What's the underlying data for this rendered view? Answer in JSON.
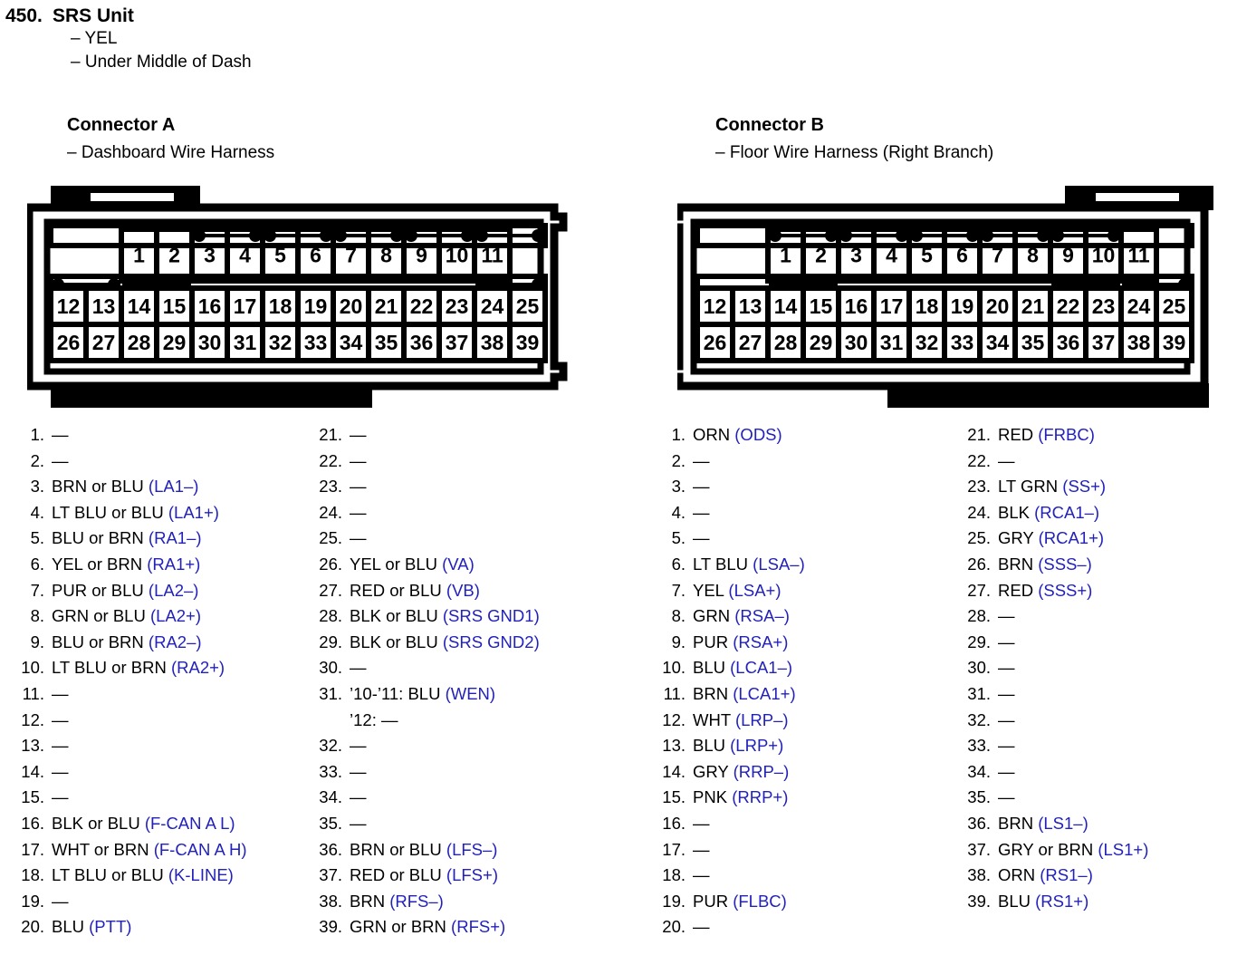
{
  "unit": {
    "number": "450.",
    "title": "SRS Unit",
    "sub1": "– YEL",
    "sub2": "– Under Middle of Dash"
  },
  "colors": {
    "signal": "#2222bb",
    "ink": "#000000",
    "paper": "#ffffff"
  },
  "connectors": [
    {
      "id": "A",
      "title": "Connector A",
      "subtitle": "– Dashboard Wire Harness",
      "tab_side": "left",
      "diagram": {
        "row1": [
          "1",
          "2",
          "3",
          "4",
          "5",
          "6",
          "7",
          "8",
          "9",
          "10",
          "11"
        ],
        "row2": [
          "12",
          "13",
          "14",
          "15",
          "16",
          "17",
          "18",
          "19",
          "20",
          "21",
          "22",
          "23",
          "24",
          "25"
        ],
        "row3": [
          "26",
          "27",
          "28",
          "29",
          "30",
          "31",
          "32",
          "33",
          "34",
          "35",
          "36",
          "37",
          "38",
          "39"
        ]
      }
    },
    {
      "id": "B",
      "title": "Connector B",
      "subtitle": "– Floor Wire Harness (Right Branch)",
      "tab_side": "right",
      "diagram": {
        "row1": [
          "1",
          "2",
          "3",
          "4",
          "5",
          "6",
          "7",
          "8",
          "9",
          "10",
          "11"
        ],
        "row2": [
          "12",
          "13",
          "14",
          "15",
          "16",
          "17",
          "18",
          "19",
          "20",
          "21",
          "22",
          "23",
          "24",
          "25"
        ],
        "row3": [
          "26",
          "27",
          "28",
          "29",
          "30",
          "31",
          "32",
          "33",
          "34",
          "35",
          "36",
          "37",
          "38",
          "39"
        ]
      }
    }
  ],
  "pins": {
    "A_left": [
      {
        "no": "1.",
        "wire": "—",
        "sig": ""
      },
      {
        "no": "2.",
        "wire": "—",
        "sig": ""
      },
      {
        "no": "3.",
        "wire": "BRN or BLU",
        "sig": "(LA1–)"
      },
      {
        "no": "4.",
        "wire": "LT BLU or BLU",
        "sig": "(LA1+)"
      },
      {
        "no": "5.",
        "wire": "BLU or BRN",
        "sig": "(RA1–)"
      },
      {
        "no": "6.",
        "wire": "YEL or BRN",
        "sig": "(RA1+)"
      },
      {
        "no": "7.",
        "wire": "PUR or BLU",
        "sig": "(LA2–)"
      },
      {
        "no": "8.",
        "wire": "GRN or BLU",
        "sig": "(LA2+)"
      },
      {
        "no": "9.",
        "wire": "BLU or BRN",
        "sig": "(RA2–)"
      },
      {
        "no": "10.",
        "wire": "LT BLU or BRN",
        "sig": "(RA2+)"
      },
      {
        "no": "11.",
        "wire": "—",
        "sig": ""
      },
      {
        "no": "12.",
        "wire": "—",
        "sig": ""
      },
      {
        "no": "13.",
        "wire": "—",
        "sig": ""
      },
      {
        "no": "14.",
        "wire": "—",
        "sig": ""
      },
      {
        "no": "15.",
        "wire": "—",
        "sig": ""
      },
      {
        "no": "16.",
        "wire": "BLK or BLU",
        "sig": "(F-CAN A L)"
      },
      {
        "no": "17.",
        "wire": "WHT or BRN",
        "sig": "(F-CAN A H)"
      },
      {
        "no": "18.",
        "wire": "LT BLU or BLU",
        "sig": "(K-LINE)"
      },
      {
        "no": "19.",
        "wire": "—",
        "sig": ""
      },
      {
        "no": "20.",
        "wire": "BLU",
        "sig": "(PTT)"
      }
    ],
    "A_right": [
      {
        "no": "21.",
        "wire": "—",
        "sig": ""
      },
      {
        "no": "22.",
        "wire": "—",
        "sig": ""
      },
      {
        "no": "23.",
        "wire": "—",
        "sig": ""
      },
      {
        "no": "24.",
        "wire": "—",
        "sig": ""
      },
      {
        "no": "25.",
        "wire": "—",
        "sig": ""
      },
      {
        "no": "26.",
        "wire": "YEL or BLU",
        "sig": "(VA)"
      },
      {
        "no": "27.",
        "wire": "RED or BLU",
        "sig": "(VB)"
      },
      {
        "no": "28.",
        "wire": "BLK or BLU",
        "sig": "(SRS GND1)"
      },
      {
        "no": "29.",
        "wire": "BLK or BLU",
        "sig": "(SRS GND2)"
      },
      {
        "no": "30.",
        "wire": "—",
        "sig": ""
      },
      {
        "no": "31.",
        "wire": "’10-’11: BLU",
        "sig": "(WEN)",
        "cont": "’12: —"
      },
      {
        "no": "32.",
        "wire": "—",
        "sig": ""
      },
      {
        "no": "33.",
        "wire": "—",
        "sig": ""
      },
      {
        "no": "34.",
        "wire": "—",
        "sig": ""
      },
      {
        "no": "35.",
        "wire": "—",
        "sig": ""
      },
      {
        "no": "36.",
        "wire": "BRN or BLU",
        "sig": "(LFS–)"
      },
      {
        "no": "37.",
        "wire": "RED or BLU",
        "sig": "(LFS+)"
      },
      {
        "no": "38.",
        "wire": "BRN",
        "sig": "(RFS–)"
      },
      {
        "no": "39.",
        "wire": "GRN or BRN",
        "sig": "(RFS+)"
      }
    ],
    "B_left": [
      {
        "no": "1.",
        "wire": "ORN",
        "sig": "(ODS)"
      },
      {
        "no": "2.",
        "wire": "—",
        "sig": ""
      },
      {
        "no": "3.",
        "wire": "—",
        "sig": ""
      },
      {
        "no": "4.",
        "wire": "—",
        "sig": ""
      },
      {
        "no": "5.",
        "wire": "—",
        "sig": ""
      },
      {
        "no": "6.",
        "wire": "LT BLU",
        "sig": "(LSA–)"
      },
      {
        "no": "7.",
        "wire": "YEL",
        "sig": "(LSA+)"
      },
      {
        "no": "8.",
        "wire": "GRN",
        "sig": "(RSA–)"
      },
      {
        "no": "9.",
        "wire": "PUR",
        "sig": "(RSA+)"
      },
      {
        "no": "10.",
        "wire": "BLU",
        "sig": "(LCA1–)"
      },
      {
        "no": "11.",
        "wire": "BRN",
        "sig": "(LCA1+)"
      },
      {
        "no": "12.",
        "wire": "WHT",
        "sig": "(LRP–)"
      },
      {
        "no": "13.",
        "wire": "BLU",
        "sig": "(LRP+)"
      },
      {
        "no": "14.",
        "wire": "GRY",
        "sig": "(RRP–)"
      },
      {
        "no": "15.",
        "wire": "PNK",
        "sig": "(RRP+)"
      },
      {
        "no": "16.",
        "wire": "—",
        "sig": ""
      },
      {
        "no": "17.",
        "wire": "—",
        "sig": ""
      },
      {
        "no": "18.",
        "wire": "—",
        "sig": ""
      },
      {
        "no": "19.",
        "wire": "PUR",
        "sig": "(FLBC)"
      },
      {
        "no": "20.",
        "wire": "—",
        "sig": ""
      }
    ],
    "B_right": [
      {
        "no": "21.",
        "wire": "RED",
        "sig": "(FRBC)"
      },
      {
        "no": "22.",
        "wire": "—",
        "sig": ""
      },
      {
        "no": "23.",
        "wire": "LT GRN",
        "sig": "(SS+)"
      },
      {
        "no": "24.",
        "wire": "BLK",
        "sig": "(RCA1–)"
      },
      {
        "no": "25.",
        "wire": "GRY",
        "sig": "(RCA1+)"
      },
      {
        "no": "26.",
        "wire": "BRN",
        "sig": "(SSS–)"
      },
      {
        "no": "27.",
        "wire": "RED",
        "sig": "(SSS+)"
      },
      {
        "no": "28.",
        "wire": "—",
        "sig": ""
      },
      {
        "no": "29.",
        "wire": "—",
        "sig": ""
      },
      {
        "no": "30.",
        "wire": "—",
        "sig": ""
      },
      {
        "no": "31.",
        "wire": "—",
        "sig": ""
      },
      {
        "no": "32.",
        "wire": "—",
        "sig": ""
      },
      {
        "no": "33.",
        "wire": "—",
        "sig": ""
      },
      {
        "no": "34.",
        "wire": "—",
        "sig": ""
      },
      {
        "no": "35.",
        "wire": "—",
        "sig": ""
      },
      {
        "no": "36.",
        "wire": "BRN",
        "sig": "(LS1–)"
      },
      {
        "no": "37.",
        "wire": "GRY or BRN",
        "sig": "(LS1+)"
      },
      {
        "no": "38.",
        "wire": "ORN",
        "sig": "(RS1–)"
      },
      {
        "no": "39.",
        "wire": "BLU",
        "sig": "(RS1+)"
      }
    ]
  }
}
